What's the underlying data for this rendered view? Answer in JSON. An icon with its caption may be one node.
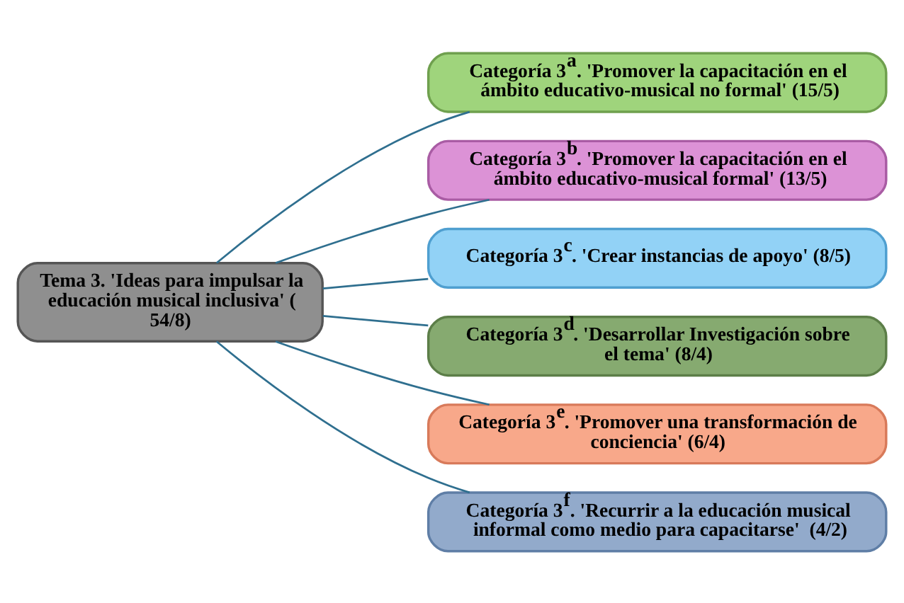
{
  "diagram": {
    "nodes": [
      {
        "text": [
          "Tema 3. 'Ideas para impulsar la educación musical inclusiva' ( 54/8)"
        ]
      },
      {
        "text": [
          "Categoría 3$^{a}$. 'Promover la capacitación en el ámbito educativo-musical no formal' (15/5)"
        ]
      },
      {
        "text": [
          "Categoría 3$^{b}$. 'Promover la capacitación en el ámbito educativo-musical formal' (13/5)"
        ]
      },
      {
        "text": [
          "Categoría 3$^{c}$. 'Crear instancias de apoyo' (8/5)"
        ]
      },
      {
        "text": [
          "Categoría 3$^{d}$. 'Desarrollar Investigación sobre el tema' (8/4)"
        ]
      },
      {
        "text": [
          "Categoría 3$^{e}$. 'Promover una transformación de conciencia' (6/4)"
        ]
      },
      {
        "text": [
          "Categoría 3$^{f}$. 'Recurrir a la educación musical informal como medio para capacitarse'  (4/2)"
        ]
      }
    ],
    "edges": [
      {
        "from": 0,
        "to": 1,
        "arrow": "none"
      },
      {
        "from": 0,
        "to": 2,
        "arrow": "none"
      },
      {
        "from": 0,
        "to": 3,
        "arrow": "none"
      },
      {
        "from": 0,
        "to": 4,
        "arrow": "none"
      },
      {
        "from": 0,
        "to": 5,
        "arrow": "none"
      },
      {
        "from": 0,
        "to": 6,
        "arrow": "none"
      }
    ]
  }
}
